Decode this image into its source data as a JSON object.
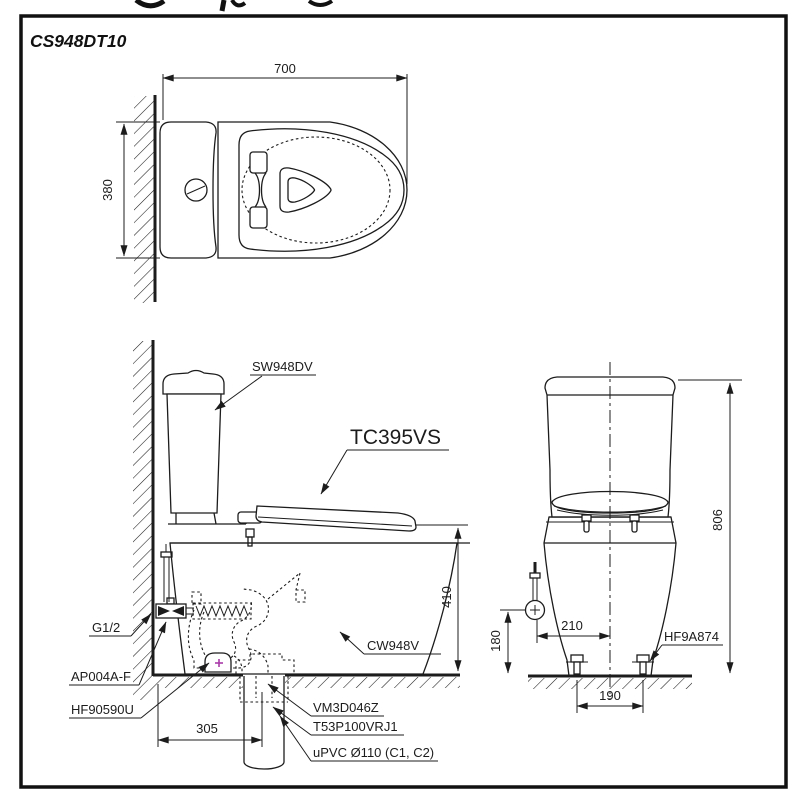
{
  "title": "CS948DT10",
  "top_view": {
    "dim_width": "700",
    "dim_depth": "380"
  },
  "side_view": {
    "label_cistern": "SW948DV",
    "label_seat": "TC395VS",
    "label_bowl": "CW948V",
    "label_supply_thread": "G1/2",
    "label_stop_valve": "AP004A-F",
    "label_floor_fixing": "HF90590U",
    "label_outlet_flange": "VM3D046Z",
    "label_outlet_joint": "T53P100VRJ1",
    "label_drain_pipe": "uPVC Ø110 (C1, C2)",
    "dim_rim_height": "410",
    "dim_outlet_setout": "305"
  },
  "front_view": {
    "label_bolt_cap": "HF9A874",
    "dim_overall_height": "806",
    "dim_valve_height": "180",
    "dim_valve_offset": "210",
    "dim_bolt_spacing": "190"
  },
  "colors": {
    "ink": "#1c1c1c",
    "highlight": "#a93aa9"
  }
}
